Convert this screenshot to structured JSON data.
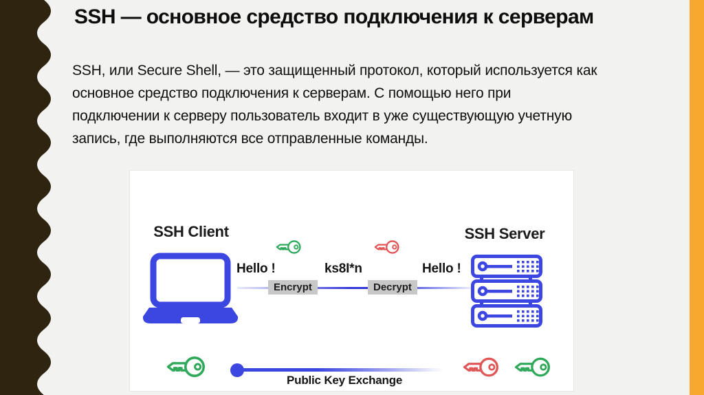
{
  "slide": {
    "title": "SSH — основное средство подключения к серверам",
    "body_lines": [
      "SSH, или Secure Shell, — это защищенный протокол, который используется как",
      "основное средство подключения к серверам. С помощью него при",
      "подключении к серверу пользователь входит в уже существующую учетную",
      "запись, где выполняются все отправленные команды."
    ]
  },
  "diagram": {
    "client": {
      "label": "SSH Client",
      "icon": "laptop-icon"
    },
    "server": {
      "label": "SSH Server",
      "icon": "server-rack-icon"
    },
    "handshake": {
      "hello_left": "Hello !",
      "encrypt_label": "Encrypt",
      "cipher_text": "ks8I*n",
      "decrypt_label": "Decrypt",
      "hello_right": "Hello !",
      "client_key_icon": "green-key-icon",
      "server_key_icon": "red-key-icon"
    },
    "exchange": {
      "label": "Public Key Exchange",
      "left_key_icon": "green-key-icon",
      "right_key_icons": [
        "red-key-icon",
        "green-key-icon"
      ]
    }
  },
  "colors": {
    "accent_blue": "#3C46E0",
    "key_green": "#2FA85A",
    "key_red": "#E05555",
    "stripe_orange": "#F5A72E",
    "border_brown": "#2E2410",
    "label_gray": "#C8C8C8",
    "slide_bg": "#F2F2F0",
    "panel_bg": "#FFFFFF"
  }
}
